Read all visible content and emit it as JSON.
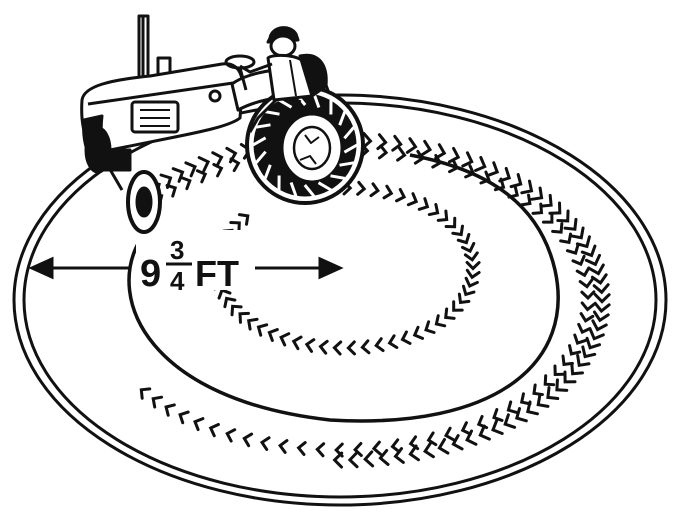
{
  "diagram": {
    "radius_label": {
      "whole": "9",
      "numerator": "3",
      "denominator": "4",
      "unit": "FT"
    },
    "colors": {
      "ink": "#111111",
      "paper": "#ffffff"
    },
    "icons": {
      "vehicle": "tractor-icon",
      "driver": "driver-icon",
      "tracks": "tire-track-icon"
    }
  }
}
